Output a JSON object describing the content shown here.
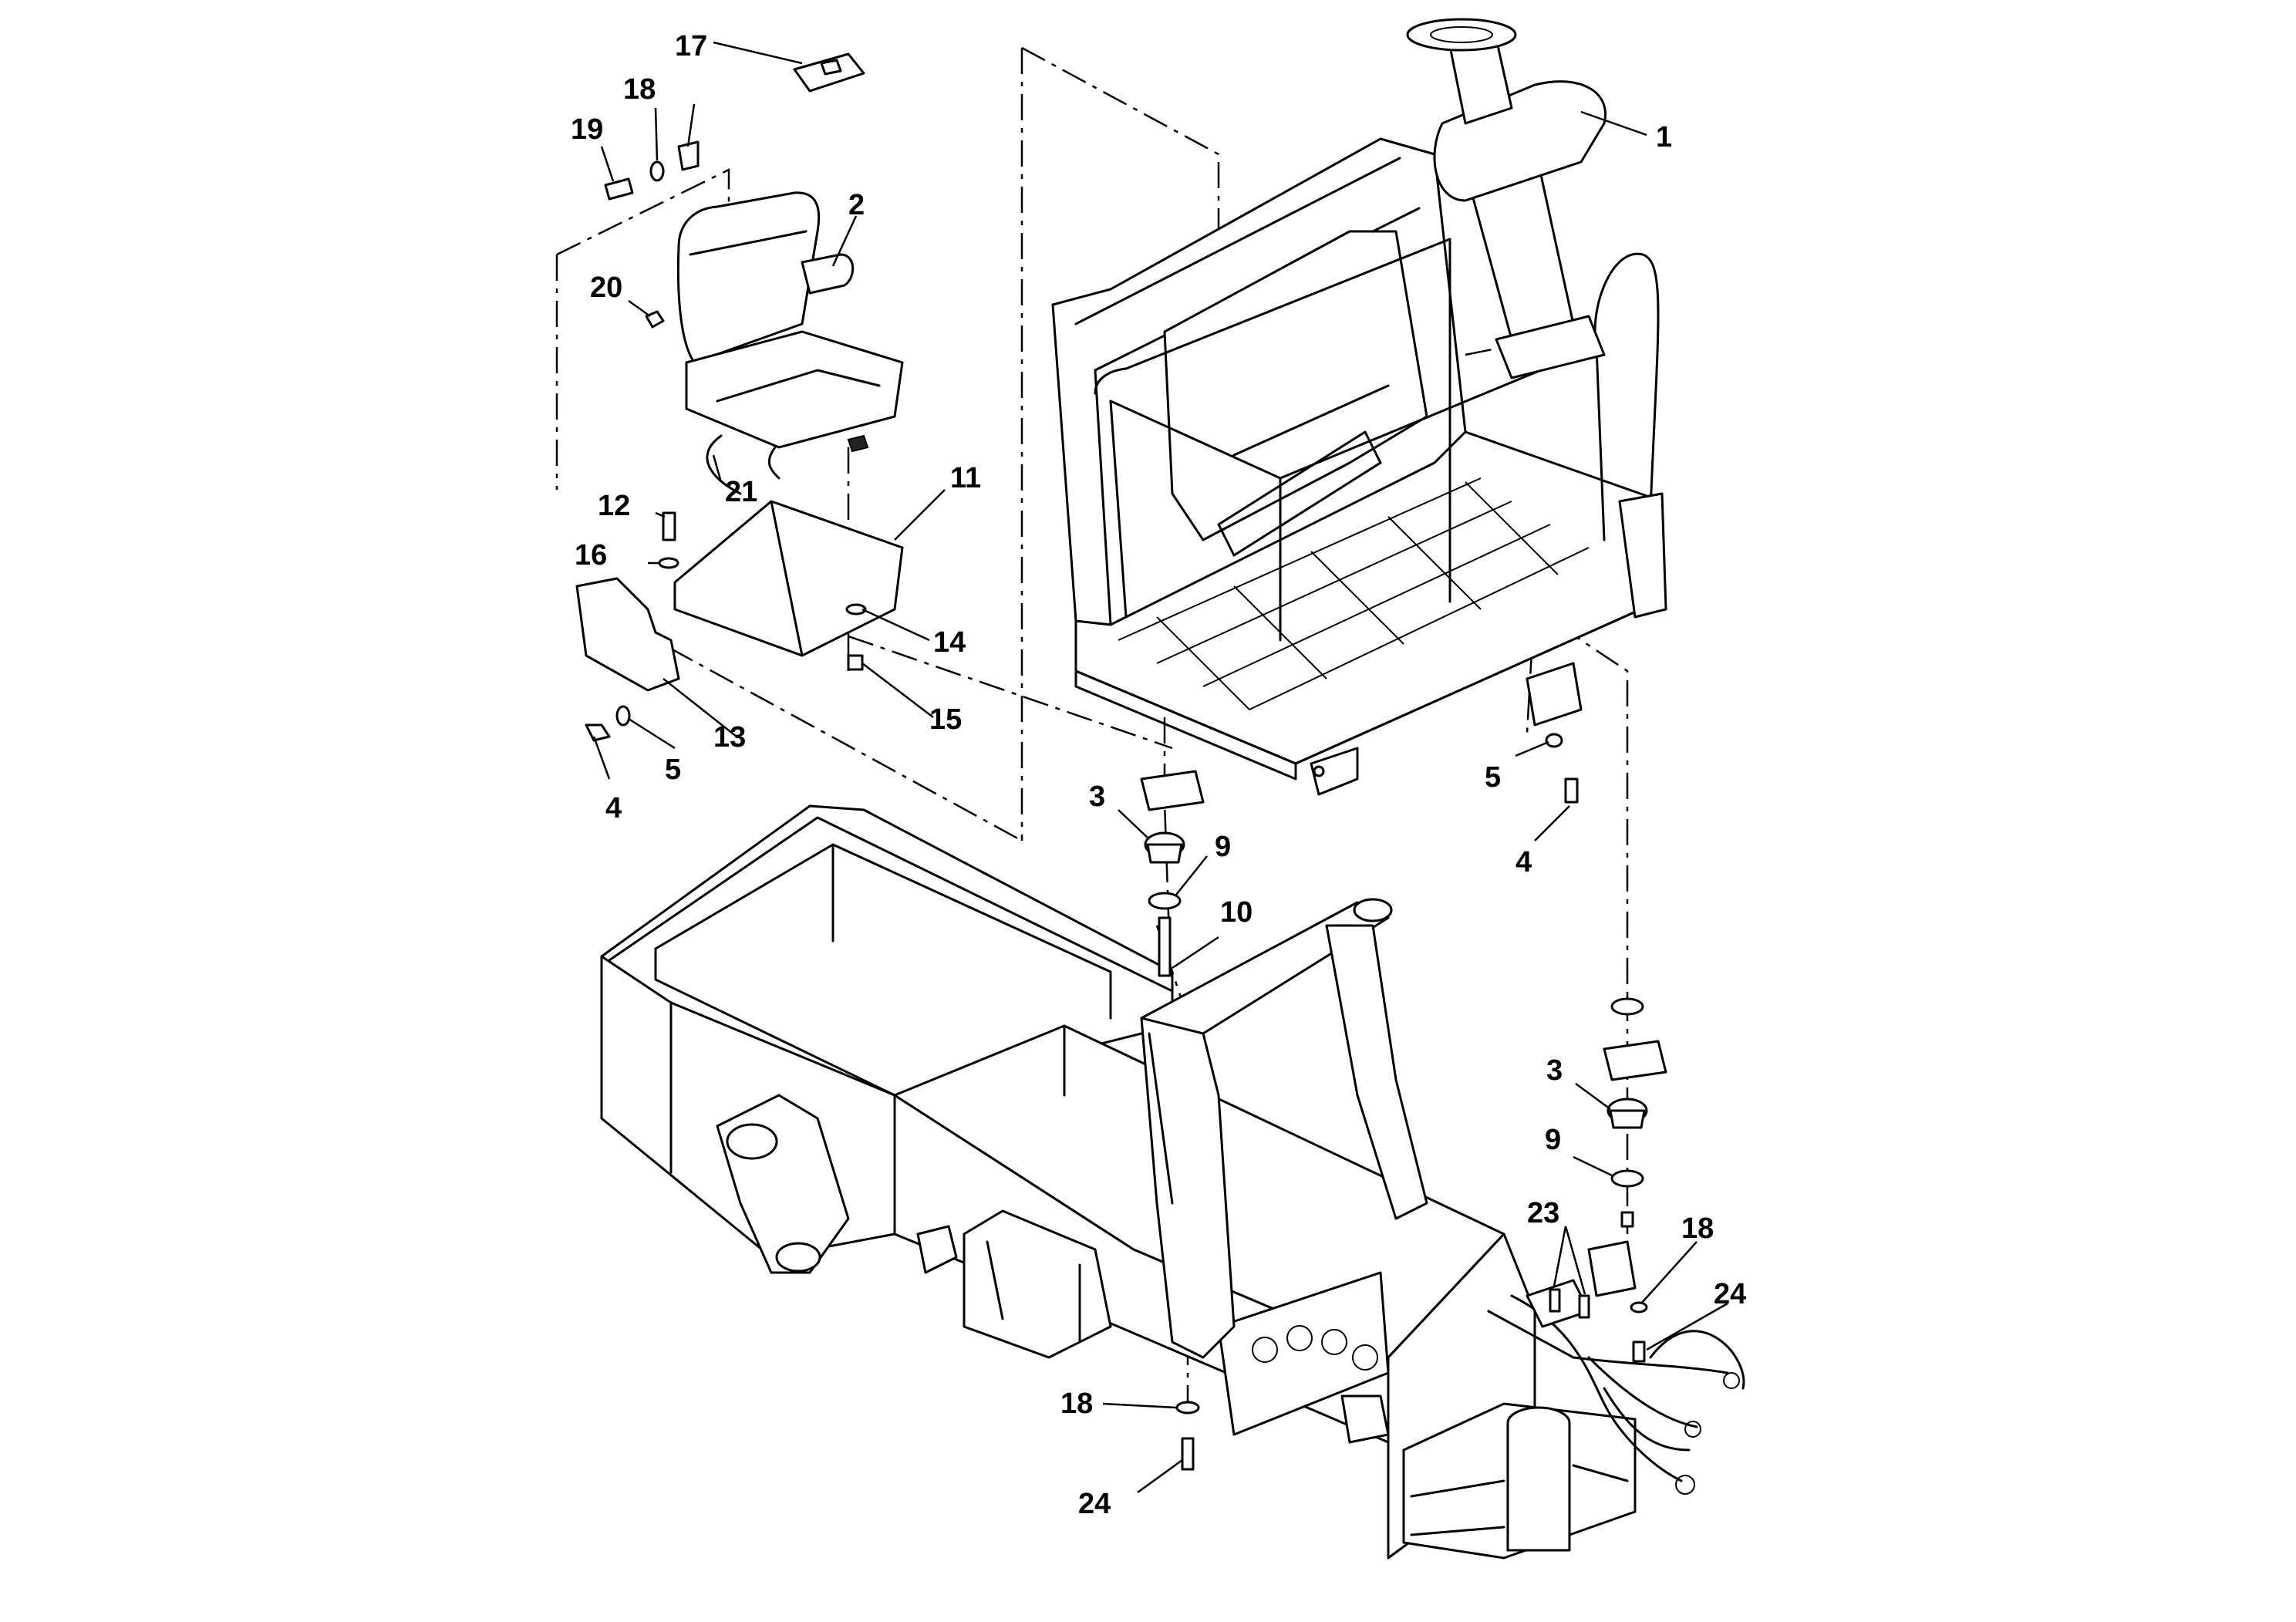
{
  "callouts": [
    {
      "id": "c1",
      "text": "1"
    },
    {
      "id": "c2",
      "text": "2"
    },
    {
      "id": "c3a",
      "text": "3"
    },
    {
      "id": "c3b",
      "text": "3"
    },
    {
      "id": "c4a",
      "text": "4"
    },
    {
      "id": "c4b",
      "text": "4"
    },
    {
      "id": "c5a",
      "text": "5"
    },
    {
      "id": "c5b",
      "text": "5"
    },
    {
      "id": "c9a",
      "text": "9"
    },
    {
      "id": "c9b",
      "text": "9"
    },
    {
      "id": "c10",
      "text": "10"
    },
    {
      "id": "c11",
      "text": "11"
    },
    {
      "id": "c12",
      "text": "12"
    },
    {
      "id": "c13",
      "text": "13"
    },
    {
      "id": "c14",
      "text": "14"
    },
    {
      "id": "c15",
      "text": "15"
    },
    {
      "id": "c16",
      "text": "16"
    },
    {
      "id": "c17",
      "text": "17"
    },
    {
      "id": "c18a",
      "text": "18"
    },
    {
      "id": "c18b",
      "text": "18"
    },
    {
      "id": "c18c",
      "text": "18"
    },
    {
      "id": "c19",
      "text": "19"
    },
    {
      "id": "c20",
      "text": "20"
    },
    {
      "id": "c21",
      "text": "21"
    },
    {
      "id": "c23",
      "text": "23"
    },
    {
      "id": "c24a",
      "text": "24"
    },
    {
      "id": "c24b",
      "text": "24"
    }
  ]
}
